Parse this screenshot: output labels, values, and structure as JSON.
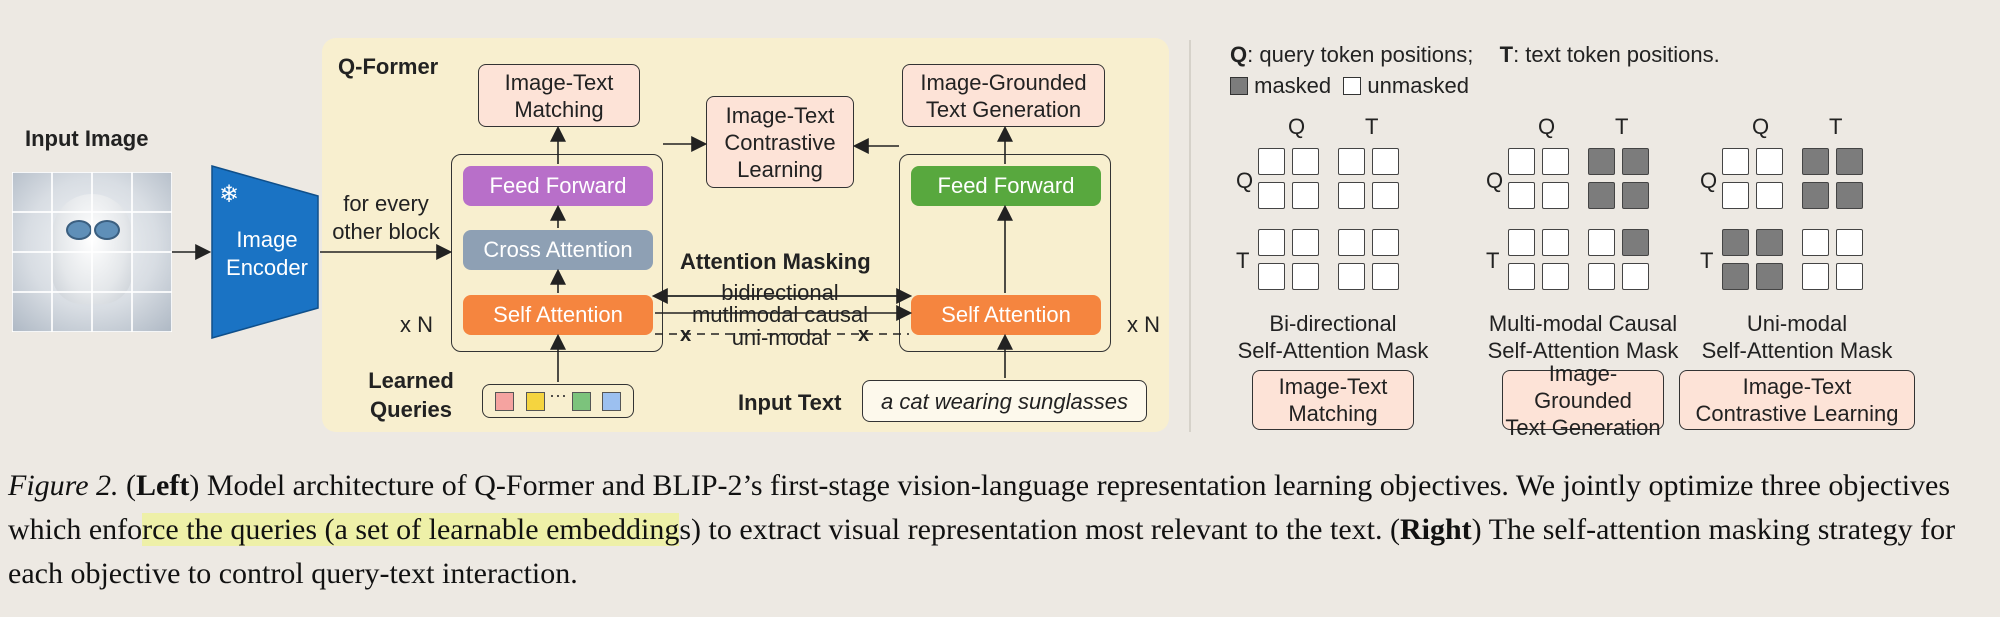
{
  "qformer": {
    "title": "Q-Former",
    "input_image_label": "Input Image",
    "image_encoder_label": "Image\nEncoder",
    "every_other_label": "for every\nother block",
    "image_text_matching": "Image-Text\nMatching",
    "image_text_contrastive": "Image-Text\nContrastive\nLearning",
    "image_grounded_generation": "Image-Grounded\nText Generation",
    "feed_forward": "Feed Forward",
    "cross_attention": "Cross Attention",
    "self_attention": "Self Attention",
    "xN": "x N",
    "attention_masking": "Attention Masking",
    "bidirectional": "bidirectional",
    "multimodal_causal": "mutlimodal causal",
    "unimodal": "uni-modal",
    "learned_queries": "Learned\nQueries",
    "query_dots": "···",
    "input_text_label": "Input Text",
    "input_text_value": "a cat wearing sunglasses",
    "colors": {
      "panel": "#f8efcf",
      "feed_forward_left": "#b86fc9",
      "feed_forward_right": "#58a83e",
      "cross_attention": "#8ea0b4",
      "self_attention": "#f5853f",
      "encoder": "#1a73c4",
      "objective_box": "#fde3d7"
    },
    "query_token_colors": [
      "#f5a3a0",
      "#f5d43f",
      "#7cc37c",
      "#9cc0f0"
    ]
  },
  "legend": {
    "q_key": "Q",
    "q_desc": ": query token positions;",
    "t_key": "T",
    "t_desc": ": text token positions.",
    "masked": "masked",
    "unmasked": "unmasked"
  },
  "masks": [
    {
      "title": "Bi-directional\nSelf-Attention Mask",
      "objective": "Image-Text\nMatching",
      "col_q": "Q",
      "col_t": "T",
      "row_q": "Q",
      "row_t": "T",
      "grid": [
        [
          0,
          0,
          0,
          0
        ],
        [
          0,
          0,
          0,
          0
        ],
        [
          0,
          0,
          0,
          0
        ],
        [
          0,
          0,
          0,
          0
        ]
      ]
    },
    {
      "title": "Multi-modal Causal\nSelf-Attention Mask",
      "objective": "Image-Grounded\nText Generation",
      "col_q": "Q",
      "col_t": "T",
      "row_q": "Q",
      "row_t": "T",
      "grid": [
        [
          0,
          0,
          1,
          1
        ],
        [
          0,
          0,
          1,
          1
        ],
        [
          0,
          0,
          0,
          1
        ],
        [
          0,
          0,
          0,
          0
        ]
      ]
    },
    {
      "title": "Uni-modal\nSelf-Attention Mask",
      "objective": "Image-Text\nContrastive Learning",
      "col_q": "Q",
      "col_t": "T",
      "row_q": "Q",
      "row_t": "T",
      "grid": [
        [
          0,
          0,
          1,
          1
        ],
        [
          0,
          0,
          1,
          1
        ],
        [
          1,
          1,
          0,
          0
        ],
        [
          1,
          1,
          0,
          0
        ]
      ]
    }
  ],
  "caption": {
    "figure": "Figure 2.",
    "open_paren": " (",
    "left": "Left",
    "part1": ") Model architecture of Q-Former and BLIP-2’s first-stage vision-language representation learning objectives. We jointly optimize three objectives which enfo",
    "highlight": "rce the queries (a set of learnable embedding",
    "part2": "s) to extract visual representation most relevant to the text. (",
    "right": "Right",
    "part3": ") The self-attention masking strategy for each objective to control query-text interaction."
  }
}
